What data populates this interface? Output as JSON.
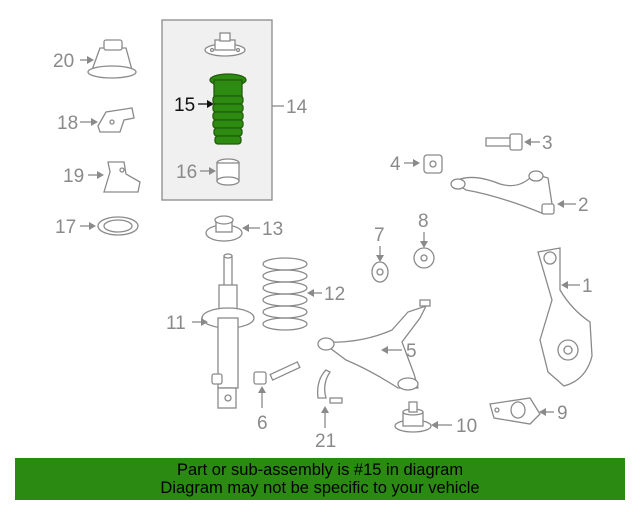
{
  "diagram": {
    "callouts": {
      "c1": "1",
      "c2": "2",
      "c3": "3",
      "c4": "4",
      "c5": "5",
      "c6": "6",
      "c7": "7",
      "c8": "8",
      "c9": "9",
      "c10": "10",
      "c11": "11",
      "c12": "12",
      "c13": "13",
      "c14": "14",
      "c15": "15",
      "c16": "16",
      "c17": "17",
      "c18": "18",
      "c19": "19",
      "c20": "20",
      "c21": "21"
    },
    "highlighted_part": "15",
    "highlight_color": "#2e8b12",
    "line_color": "#8a8a8a"
  },
  "banner": {
    "line1": "Part or sub-assembly is #15 in diagram",
    "line2": "Diagram may not be specific to your vehicle",
    "background": "#2b8a12"
  }
}
